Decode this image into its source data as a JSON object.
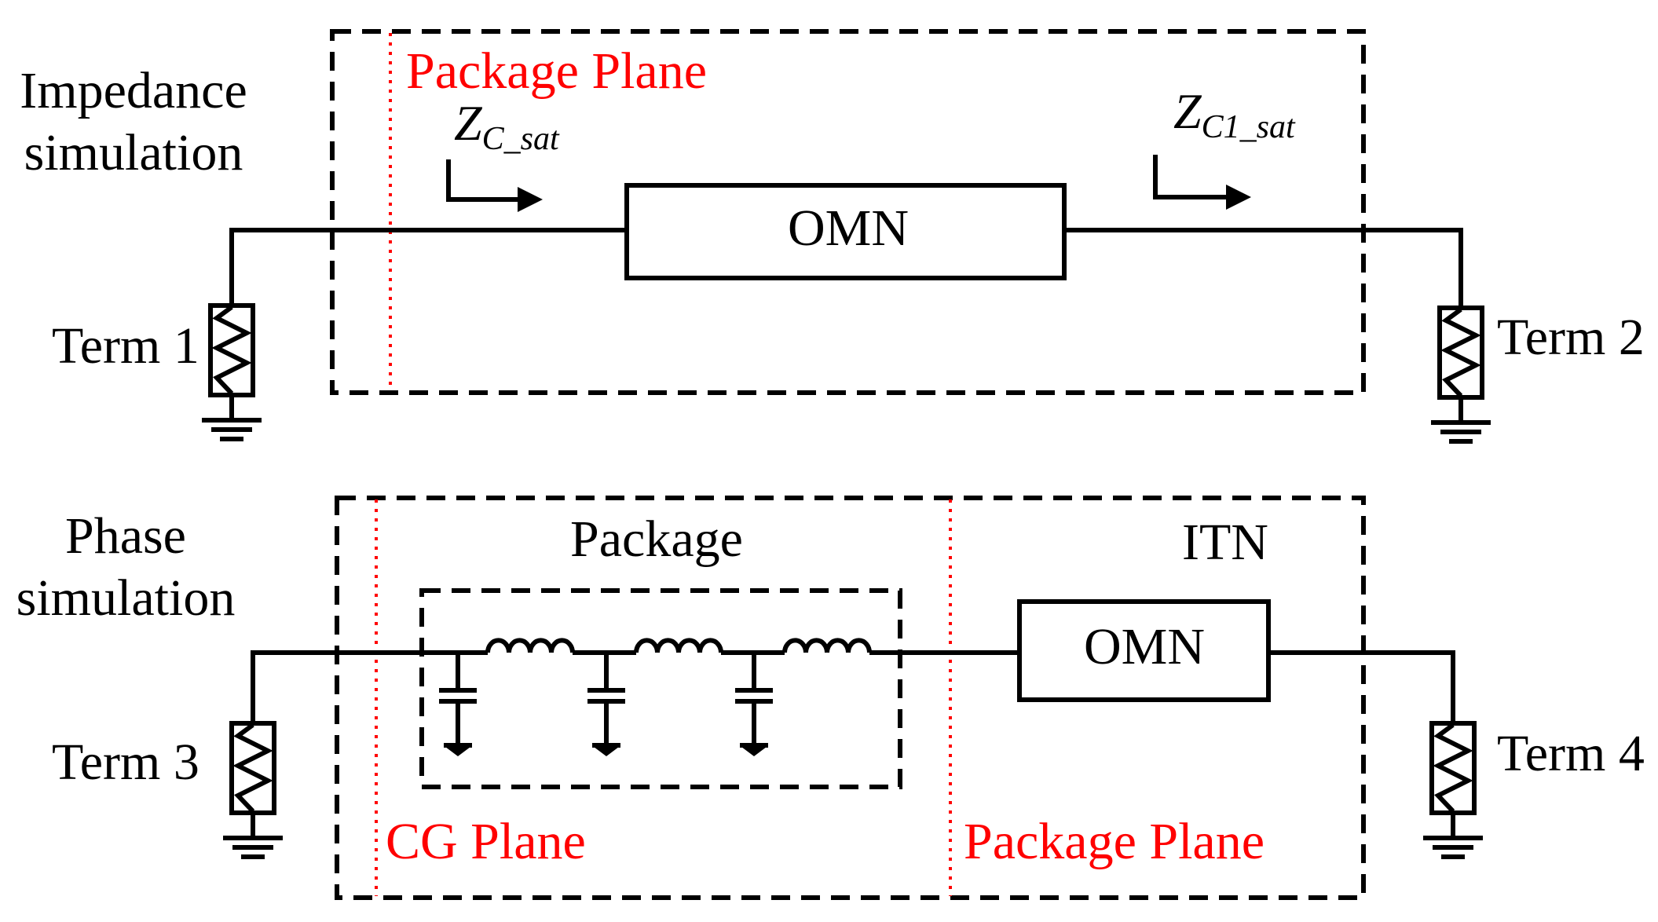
{
  "colors": {
    "wire": "#000000",
    "plane": "#ff0000",
    "background": "#ffffff"
  },
  "impedance_sim": {
    "title_line1": "Impedance",
    "title_line2": "simulation",
    "package_plane": "Package Plane",
    "zc_main": "Z",
    "zc_sub": "C_sat",
    "zc1_main": "Z",
    "zc1_sub": "C1_sat",
    "omn": "OMN",
    "term1": "Term 1",
    "term2": "Term 2"
  },
  "phase_sim": {
    "title_line1": "Phase",
    "title_line2": "simulation",
    "package": "Package",
    "itn": "ITN",
    "omn": "OMN",
    "cg_plane": "CG Plane",
    "package_plane": "Package Plane",
    "term3": "Term 3",
    "term4": "Term 4"
  },
  "icons": [
    "resistor-icon",
    "ground-icon",
    "inductor-icon",
    "capacitor-icon",
    "arrow-icon"
  ]
}
